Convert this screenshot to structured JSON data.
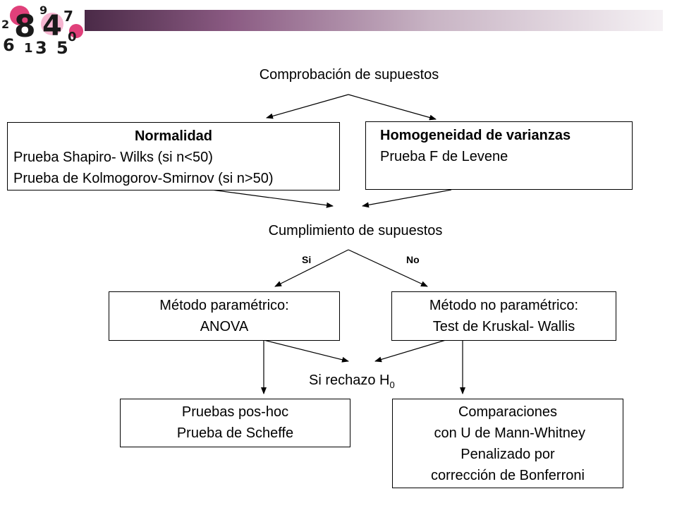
{
  "title": "Comprobación de supuestos",
  "normalidad": {
    "heading": "Normalidad",
    "line1": "Prueba Shapiro- Wilks (si n<50)",
    "line2": "Prueba de Kolmogorov-Smirnov (si n>50)"
  },
  "homogeneidad": {
    "heading": "Homogeneidad de varianzas",
    "line1": "Prueba F de Levene"
  },
  "cumplimiento": "Cumplimiento de supuestos",
  "si_label": "Si",
  "no_label": "No",
  "parametrico": {
    "line1": "Método paramétrico:",
    "line2": "ANOVA"
  },
  "no_parametrico": {
    "line1": "Método  no paramétrico:",
    "line2": "Test de Kruskal- Wallis"
  },
  "rechazo": {
    "text": "Si rechazo H",
    "sub": "0"
  },
  "poshoc": {
    "line1": "Pruebas pos-hoc",
    "line2": "Prueba de Scheffe"
  },
  "comparaciones": {
    "line1": "Comparaciones",
    "line2": " con U de Mann-Whitney",
    "line3": "Penalizado por",
    "line4": "corrección de Bonferroni"
  },
  "logo_digits": [
    "8",
    "4",
    "7",
    "9",
    "0",
    "6",
    "1",
    "3",
    "5",
    "2"
  ],
  "colors": {
    "header_dark": "#4a2a47",
    "logo_pink": "#e0407a"
  }
}
